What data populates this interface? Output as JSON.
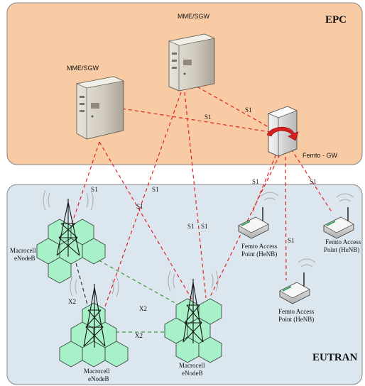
{
  "zones": {
    "epc_title": "EPC",
    "eutran_title": "EUTRAN"
  },
  "servers": {
    "mme_left": "MME/SGW",
    "mme_top": "MME/SGW"
  },
  "gateway": {
    "label": "Femto - GW"
  },
  "femto_points": [
    {
      "line1": "Femto Access",
      "line2": "Point (HeNB)"
    },
    {
      "line1": "Femto Access",
      "line2": "Point (HeNB)"
    },
    {
      "line1": "Femto Access",
      "line2": "Point (HeNB)"
    }
  ],
  "macro_cells": [
    {
      "line1": "Macrocell",
      "line2": "eNodeB"
    },
    {
      "line1": "Macrocell",
      "line2": "eNodeB"
    },
    {
      "line1": "Macrocell",
      "line2": "eNodeB"
    }
  ],
  "interfaces": {
    "s1": "S1",
    "x2": "X2"
  },
  "colors": {
    "epc_fill": "#F8CBA4",
    "eutran_fill": "#DCE6EE",
    "s1_link": "#E02020",
    "x2_link_green": "#3C9A3C",
    "x2_link_dark": "#333333",
    "cell_fill": "#A8F0C8"
  }
}
